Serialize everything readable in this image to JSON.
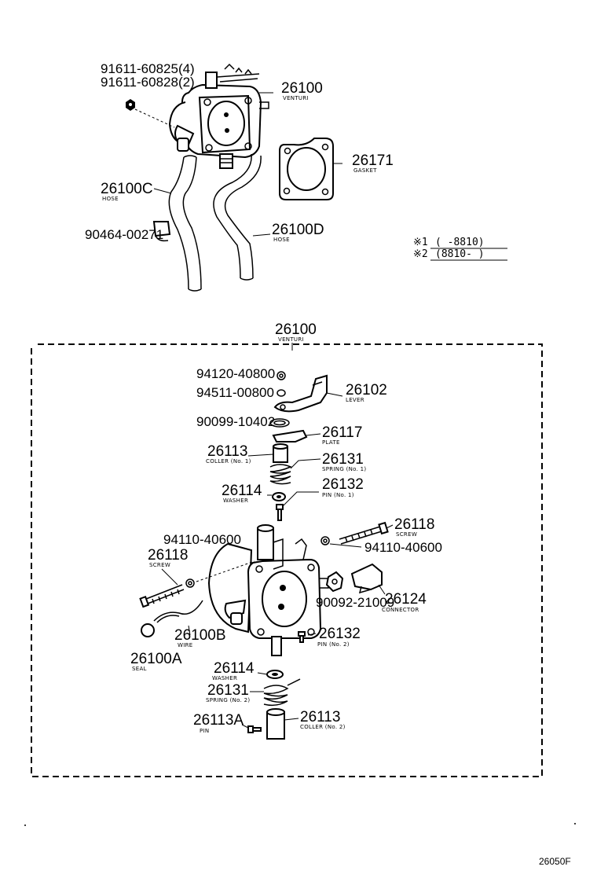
{
  "top_labels": {
    "bolt_a": "91611-60825(4)",
    "bolt_b": "91611-60828(2)",
    "venturi_top_pn": "26100",
    "venturi_top_desc": "VENTURI",
    "gasket_pn": "26171",
    "gasket_desc": "GASKET",
    "hose_c_pn": "26100C",
    "hose_c_desc": "HOSE",
    "hose_d_pn": "26100D",
    "hose_d_desc": "HOSE",
    "clip_pn": "90464-00271"
  },
  "notes": [
    {
      "mark": "※1",
      "text": "(     -8810)"
    },
    {
      "mark": "※2",
      "text": "(8810-      )"
    }
  ],
  "assembly": {
    "pn": "26100",
    "desc": "VENTURI",
    "labels": {
      "nut_94120": "94120-40800",
      "washer_94511": "94511-00800",
      "lever_pn": "26102",
      "lever_desc": "LEVER",
      "pn_90099": "90099-10402",
      "plate_pn": "26117",
      "plate_desc": "PLATE",
      "coller1_pn": "26113",
      "coller1_desc": "COLLER (No. 1)",
      "spring1_pn": "26131",
      "spring1_desc": "SPRING (No. 1)",
      "washer1_pn": "26114",
      "washer1_desc": "WASHER",
      "pin1_pn": "26132",
      "pin1_desc": "PIN (No. 1)",
      "screw_r_pn": "26118",
      "screw_r_desc": "SCREW",
      "nut_r_pn": "94110-40600",
      "nut_l_pn": "94110-40600",
      "screw_l_pn": "26118",
      "screw_l_desc": "SCREW",
      "pn_90092": "90092-21009",
      "connector_pn": "26124",
      "connector_desc": "CONNECTOR",
      "wire_pn": "26100B",
      "wire_desc": "WIRE",
      "seal_pn": "26100A",
      "seal_desc": "SEAL",
      "pin2_pn": "26132",
      "pin2_desc": "PIN (No. 2)",
      "washer2_pn": "26114",
      "washer2_desc": "WASHER",
      "spring2_pn": "26131",
      "spring2_desc": "SPRING (No. 2)",
      "pin_a_pn": "26113A",
      "pin_a_desc": "PIN",
      "coller2_pn": "26113",
      "coller2_desc": "COLLER (No. 2)"
    }
  },
  "figure_code": "26050F"
}
